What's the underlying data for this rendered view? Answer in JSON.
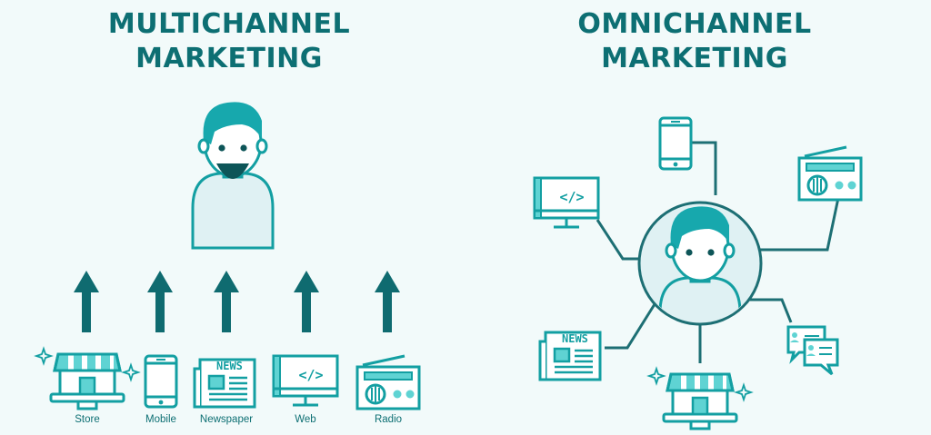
{
  "multichannel": {
    "title_line1": "MULTICHANNEL",
    "title_line2": "MARKETING",
    "channels": [
      {
        "label": "Store",
        "icon": "store-icon"
      },
      {
        "label": "Mobile",
        "icon": "mobile-icon"
      },
      {
        "label": "Newspaper",
        "icon": "newspaper-icon"
      },
      {
        "label": "Web",
        "icon": "web-icon"
      },
      {
        "label": "Radio",
        "icon": "radio-icon"
      }
    ]
  },
  "omnichannel": {
    "title_line1": "OMNICHANNEL",
    "title_line2": "MARKETING",
    "channels": [
      {
        "icon": "mobile-icon"
      },
      {
        "icon": "radio-icon"
      },
      {
        "icon": "web-icon"
      },
      {
        "icon": "newspaper-icon"
      },
      {
        "icon": "store-icon"
      },
      {
        "icon": "chat-icon"
      }
    ]
  },
  "newspaper_text": "NEWS",
  "web_code_text": "</>",
  "colors": {
    "title": "#0d6f73",
    "outline": "#139fa2",
    "fill_teal": "#5fd3d3",
    "hair": "#17a8ad",
    "arrow": "#0f6b70",
    "connector": "#1d6f74",
    "background": "#f2fafa"
  }
}
